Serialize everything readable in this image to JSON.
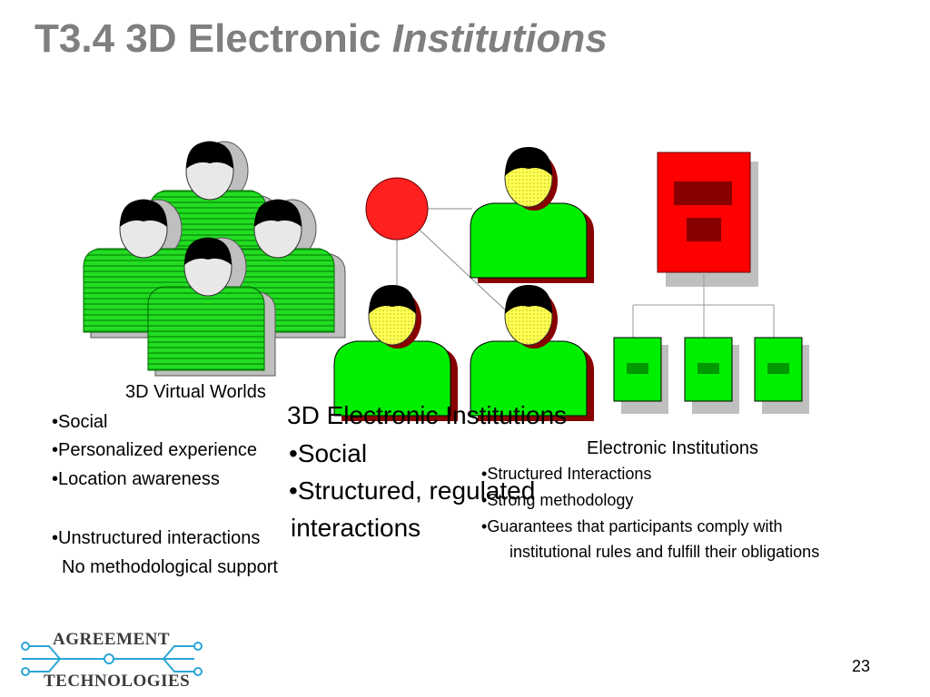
{
  "title": {
    "main": "T3.4 3D Electronic ",
    "italic": "Institutions"
  },
  "virtual_worlds": {
    "heading": "3D Virtual Worlds",
    "bullets": [
      "Social",
      "Personalized experience",
      "Location awareness"
    ],
    "unstructured": "Unstructured interactions",
    "no_method": "No methodological support"
  },
  "electronic_3d": {
    "heading": "3D Electronic Institutions",
    "bullets": [
      "Social",
      "Structured, regulated"
    ],
    "continuation": "interactions"
  },
  "electronic": {
    "heading": "Electronic Institutions",
    "bullets": [
      "Structured Interactions",
      "Strong methodology",
      "Guarantees that participants comply with"
    ],
    "continuation": "institutional rules and fulfill their obligations"
  },
  "logo": {
    "top": "AGREEMENT",
    "bottom": "TECHNOLOGIES"
  },
  "page_number": "23",
  "colors": {
    "title_gray": "#7f7f7f",
    "green": "#00ee00",
    "dark_green": "#009900",
    "red": "#ff0000",
    "dark_red": "#880000",
    "yellow_face": "#ffff66",
    "logo_blue": "#2aa6d6"
  }
}
